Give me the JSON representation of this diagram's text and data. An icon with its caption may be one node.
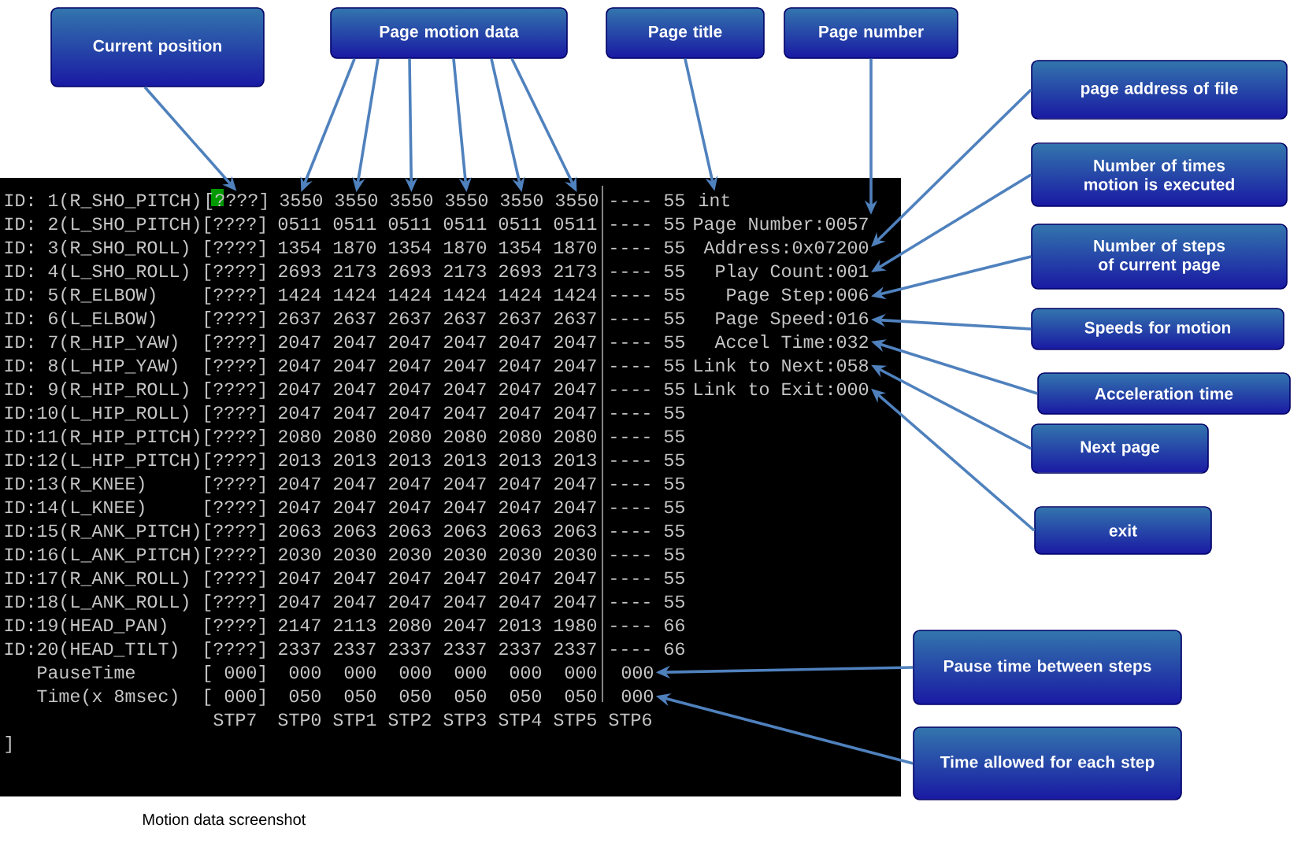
{
  "diagram": {
    "caption": "Motion data screenshot",
    "nodes": [
      {
        "text": [
          "Current position"
        ]
      },
      {
        "text": [
          "Page motion data"
        ]
      },
      {
        "text": [
          "Page title"
        ]
      },
      {
        "text": [
          "Page number"
        ]
      },
      {
        "text": [
          "page address of file"
        ]
      },
      {
        "text": [
          "Number of times motion is executed"
        ]
      },
      {
        "text": [
          "Number of steps of current page"
        ]
      },
      {
        "text": [
          "Speeds for motion"
        ]
      },
      {
        "text": [
          "Acceleration time"
        ]
      },
      {
        "text": [
          "Next page"
        ]
      },
      {
        "text": [
          "exit"
        ]
      },
      {
        "text": [
          "Pause time between steps"
        ]
      },
      {
        "text": [
          "Time allowed for each step"
        ]
      },
      {
        "text": [
          "[????]"
        ]
      },
      {
        "text": [
          "3550"
        ]
      },
      {
        "text": [
          "3550"
        ]
      },
      {
        "text": [
          "3550"
        ]
      },
      {
        "text": [
          "3550"
        ]
      },
      {
        "text": [
          "3550"
        ]
      },
      {
        "text": [
          "3550"
        ]
      },
      {
        "text": [
          "int"
        ]
      },
      {
        "text": [
          "Page Number:0057"
        ]
      },
      {
        "text": [
          "Address:0x07200"
        ]
      },
      {
        "text": [
          "Play Count:001"
        ]
      },
      {
        "text": [
          "Page Step:006"
        ]
      },
      {
        "text": [
          "Page Speed:016"
        ]
      },
      {
        "text": [
          "Accel Time:032"
        ]
      },
      {
        "text": [
          "Link to Next:058"
        ]
      },
      {
        "text": [
          "Link to Exit:000"
        ]
      },
      {
        "text": [
          "000"
        ]
      },
      {
        "text": [
          "000"
        ]
      }
    ],
    "edges": [
      {
        "from": 0,
        "to": 13,
        "arrow": "to"
      },
      {
        "from": 1,
        "to": 14,
        "arrow": "to"
      },
      {
        "from": 1,
        "to": 15,
        "arrow": "to"
      },
      {
        "from": 1,
        "to": 16,
        "arrow": "to"
      },
      {
        "from": 1,
        "to": 17,
        "arrow": "to"
      },
      {
        "from": 1,
        "to": 18,
        "arrow": "to"
      },
      {
        "from": 1,
        "to": 19,
        "arrow": "to"
      },
      {
        "from": 2,
        "to": 20,
        "arrow": "to"
      },
      {
        "from": 3,
        "to": 21,
        "arrow": "to"
      },
      {
        "from": 4,
        "to": 22,
        "arrow": "to"
      },
      {
        "from": 5,
        "to": 23,
        "arrow": "to"
      },
      {
        "from": 6,
        "to": 24,
        "arrow": "to"
      },
      {
        "from": 7,
        "to": 25,
        "arrow": "to"
      },
      {
        "from": 8,
        "to": 26,
        "arrow": "to"
      },
      {
        "from": 9,
        "to": 27,
        "arrow": "to"
      },
      {
        "from": 10,
        "to": 28,
        "arrow": "to"
      },
      {
        "from": 11,
        "to": 29,
        "arrow": "to"
      },
      {
        "from": 12,
        "to": 30,
        "arrow": "to"
      }
    ],
    "labels": [
      "ID: 1(R_SHO_PITCH)",
      "----",
      "55",
      "ID: 2(L_SHO_PITCH)",
      "[????]",
      "0511",
      "0511",
      "0511",
      "0511",
      "0511",
      "0511",
      "----",
      "55",
      "ID: 3(R_SHO_ROLL)",
      "[????]",
      "1354",
      "1870",
      "1354",
      "1870",
      "1354",
      "1870",
      "----",
      "55",
      "ID: 4(L_SHO_ROLL)",
      "[????]",
      "2693",
      "2173",
      "2693",
      "2173",
      "2693",
      "2173",
      "----",
      "55",
      "ID: 5(R_ELBOW)",
      "[????]",
      "1424",
      "1424",
      "1424",
      "1424",
      "1424",
      "1424",
      "----",
      "55",
      "ID: 6(L_ELBOW)",
      "[????]",
      "2637",
      "2637",
      "2637",
      "2637",
      "2637",
      "2637",
      "----",
      "55",
      "ID: 7(R_HIP_YAW)",
      "[????]",
      "2047",
      "2047",
      "2047",
      "2047",
      "2047",
      "2047",
      "----",
      "55",
      "ID: 8(L_HIP_YAW)",
      "[????]",
      "2047",
      "2047",
      "2047",
      "2047",
      "2047",
      "2047",
      "----",
      "55",
      "ID: 9(R_HIP_ROLL)",
      "[????]",
      "2047",
      "2047",
      "2047",
      "2047",
      "2047",
      "2047",
      "----",
      "55",
      "ID:10(L_HIP_ROLL)",
      "[????]",
      "2047",
      "2047",
      "2047",
      "2047",
      "2047",
      "2047",
      "----",
      "55",
      "ID:11(R_HIP_PITCH)",
      "[????]",
      "2080",
      "2080",
      "2080",
      "2080",
      "2080",
      "2080",
      "----",
      "55",
      "ID:12(L_HIP_PITCH)",
      "[????]",
      "2013",
      "2013",
      "2013",
      "2013",
      "2013",
      "2013",
      "----",
      "55",
      "ID:13(R_KNEE)",
      "[????]",
      "2047",
      "2047",
      "2047",
      "2047",
      "2047",
      "2047",
      "----",
      "55",
      "ID:14(L_KNEE)",
      "[????]",
      "2047",
      "2047",
      "2047",
      "2047",
      "2047",
      "2047",
      "----",
      "55",
      "ID:15(R_ANK_PITCH)",
      "[????]",
      "2063",
      "2063",
      "2063",
      "2063",
      "2063",
      "2063",
      "----",
      "55",
      "ID:16(L_ANK_PITCH)",
      "[????]",
      "2030",
      "2030",
      "2030",
      "2030",
      "2030",
      "2030",
      "----",
      "55",
      "ID:17(R_ANK_ROLL)",
      "[????]",
      "2047",
      "2047",
      "2047",
      "2047",
      "2047",
      "2047",
      "----",
      "55",
      "ID:18(L_ANK_ROLL)",
      "[????]",
      "2047",
      "2047",
      "2047",
      "2047",
      "2047",
      "2047",
      "----",
      "55",
      "ID:19(HEAD_PAN)",
      "[????]",
      "2147",
      "2113",
      "2080",
      "2047",
      "2013",
      "1980",
      "----",
      "66",
      "ID:20(HEAD_TILT)",
      "[????]",
      "2337",
      "2337",
      "2337",
      "2337",
      "2337",
      "2337",
      "----",
      "66",
      "PauseTime",
      "[ 000]",
      "000",
      "000",
      "000",
      "000",
      "000",
      "000",
      "Time(x 8msec)",
      "[ 000]",
      "050",
      "050",
      "050",
      "050",
      "050",
      "050",
      "STP7",
      "STP0",
      "STP1",
      "STP2",
      "STP3",
      "STP4",
      "STP5",
      "STP6",
      "]"
    ]
  }
}
